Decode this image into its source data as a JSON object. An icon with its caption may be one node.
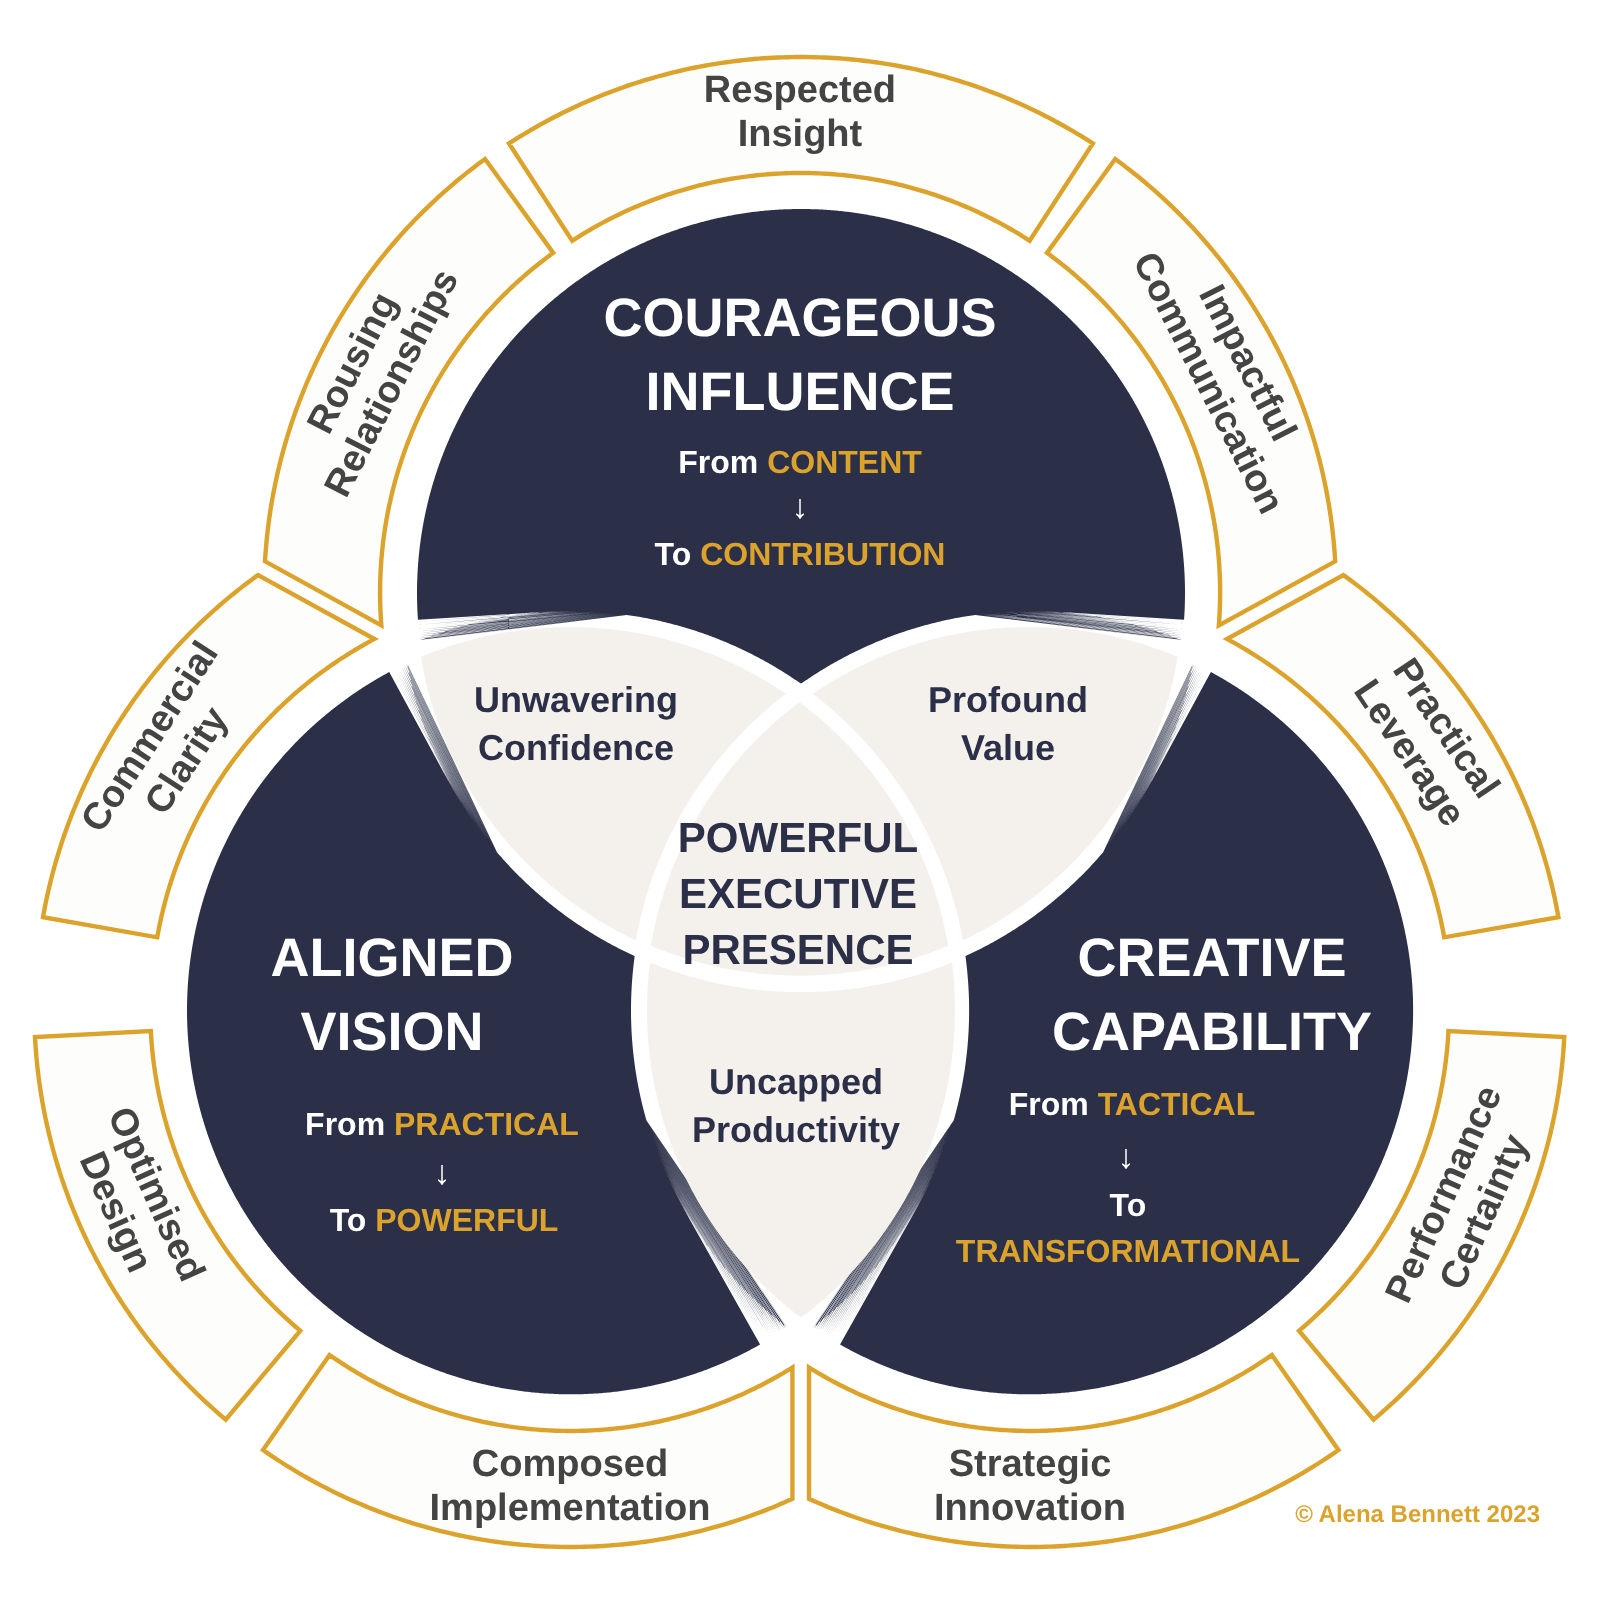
{
  "diagram": {
    "nodes": [
      {
        "text": [
          "Respected Insight"
        ]
      },
      {
        "text": [
          "Rousing Relationships"
        ]
      },
      {
        "text": [
          "Impactful Communication"
        ]
      },
      {
        "text": [
          "COURAGEOUS INFLUENCE",
          "From **CONTENT**",
          "↓",
          "To **CONTRIBUTION**"
        ]
      },
      {
        "text": [
          "Commercial Clarity"
        ]
      },
      {
        "text": [
          "Practical Leverage"
        ]
      },
      {
        "text": [
          "Unwavering Confidence"
        ]
      },
      {
        "text": [
          "Profound Value"
        ]
      },
      {
        "text": [
          "POWERFUL EXECUTIVE PRESENCE"
        ]
      },
      {
        "text": [
          "ALIGNED VISION",
          "From **PRACTICAL**",
          "↓",
          "To **POWERFUL**"
        ]
      },
      {
        "text": [
          "CREATIVE CAPABILITY",
          "From **TACTICAL**",
          "↓",
          "To **TRANSFORMATIONAL**"
        ]
      },
      {
        "text": [
          "Optimised Design"
        ]
      },
      {
        "text": [
          "Performance Certainty"
        ]
      },
      {
        "text": [
          "Uncapped Productivity"
        ]
      },
      {
        "text": [
          "Composed Implementation"
        ]
      },
      {
        "text": [
          "Strategic Innovation"
        ]
      }
    ],
    "labels": [
      "© Alena Bennett 2023"
    ]
  }
}
